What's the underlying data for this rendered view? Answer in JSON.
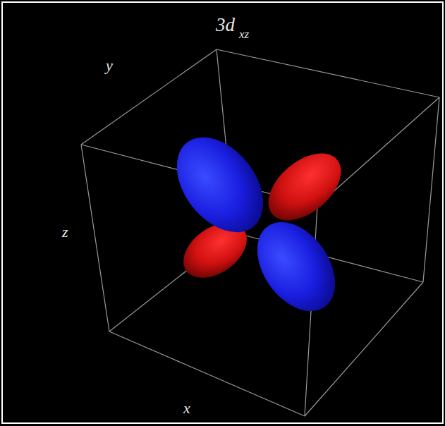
{
  "diagram": {
    "title": "3d",
    "labels": [
      "xz",
      "y",
      "z",
      "x"
    ]
  }
}
